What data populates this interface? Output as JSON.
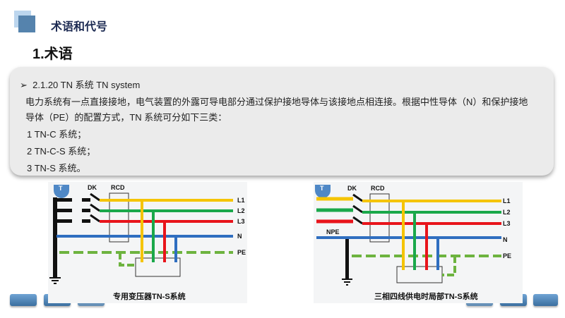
{
  "header": {
    "title": "术语和代号",
    "subtitle": "1.术语"
  },
  "content": {
    "heading_bullet": "➢",
    "heading": "2.1.20 TN 系统 TN system",
    "para1": "电力系统有一点直接接地，电气装置的外露可导电部分通过保护接地导体与该接地点相连接。根据中性导体（N）和保护接地",
    "para2": "导体（PE）的配置方式，TN 系统可分如下三类：",
    "items": [
      "1 TN-C 系统；",
      "2 TN-C-S 系统；",
      "3 TN-S 系统。"
    ]
  },
  "diagram1": {
    "caption": "专用变压器TN-S系统",
    "t": "T",
    "dk": "DK",
    "rcd": "RCD",
    "lines": [
      "L1",
      "L2",
      "L3",
      "N",
      "PE"
    ]
  },
  "diagram2": {
    "caption": "三相四线供电时局部TN-S系统",
    "t": "T",
    "dk": "DK",
    "rcd": "RCD",
    "npe": "NPE",
    "lines": [
      "L1",
      "L2",
      "L3",
      "N",
      "PE"
    ]
  },
  "colors": {
    "L1": "#f5c400",
    "L2": "#1aa84a",
    "L3": "#e8141b",
    "N": "#2f6ec0",
    "PE": "#6db33f",
    "accent": "#5583ad"
  }
}
